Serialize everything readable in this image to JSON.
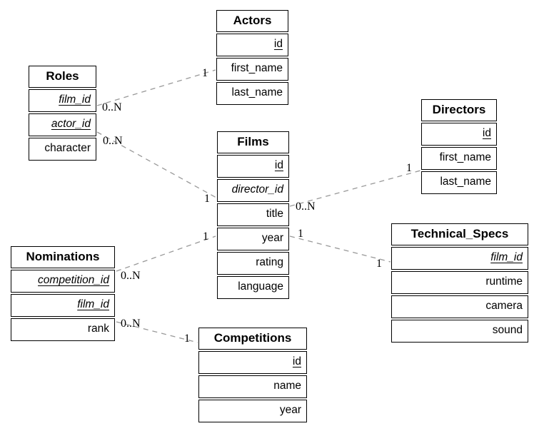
{
  "diagram": {
    "entities": {
      "actors": {
        "title": "Actors",
        "fields": [
          {
            "name": "id",
            "key": "pk"
          },
          {
            "name": "first_name",
            "key": ""
          },
          {
            "name": "last_name",
            "key": ""
          }
        ]
      },
      "roles": {
        "title": "Roles",
        "fields": [
          {
            "name": "film_id",
            "key": "pkfk"
          },
          {
            "name": "actor_id",
            "key": "pkfk"
          },
          {
            "name": "character",
            "key": ""
          }
        ]
      },
      "films": {
        "title": "Films",
        "fields": [
          {
            "name": "id",
            "key": "pk"
          },
          {
            "name": "director_id",
            "key": "fk"
          },
          {
            "name": "title",
            "key": ""
          },
          {
            "name": "year",
            "key": ""
          },
          {
            "name": "rating",
            "key": ""
          },
          {
            "name": "language",
            "key": ""
          }
        ]
      },
      "directors": {
        "title": "Directors",
        "fields": [
          {
            "name": "id",
            "key": "pk"
          },
          {
            "name": "first_name",
            "key": ""
          },
          {
            "name": "last_name",
            "key": ""
          }
        ]
      },
      "nominations": {
        "title": "Nominations",
        "fields": [
          {
            "name": "competition_id",
            "key": "pkfk"
          },
          {
            "name": "film_id",
            "key": "pkfk"
          },
          {
            "name": "rank",
            "key": ""
          }
        ]
      },
      "technical_specs": {
        "title": "Technical_Specs",
        "fields": [
          {
            "name": "film_id",
            "key": "pkfk"
          },
          {
            "name": "runtime",
            "key": ""
          },
          {
            "name": "camera",
            "key": ""
          },
          {
            "name": "sound",
            "key": ""
          }
        ]
      },
      "competitions": {
        "title": "Competitions",
        "fields": [
          {
            "name": "id",
            "key": "pk"
          },
          {
            "name": "name",
            "key": ""
          },
          {
            "name": "year",
            "key": ""
          }
        ]
      }
    },
    "relationships": [
      {
        "from": "Roles",
        "to": "Actors",
        "from_card": "0..N",
        "to_card": "1"
      },
      {
        "from": "Roles",
        "to": "Films",
        "from_card": "0..N",
        "to_card": "1"
      },
      {
        "from": "Films",
        "to": "Directors",
        "from_card": "0..N",
        "to_card": "1"
      },
      {
        "from": "Films",
        "to": "Technical_Specs",
        "from_card": "1",
        "to_card": "1"
      },
      {
        "from": "Nominations",
        "to": "Films",
        "from_card": "0..N",
        "to_card": "1"
      },
      {
        "from": "Nominations",
        "to": "Competitions",
        "from_card": "0..N",
        "to_card": "1"
      }
    ],
    "colors": {
      "border": "#000000",
      "text": "#000000",
      "background": "#ffffff",
      "connector": "#999999"
    }
  }
}
